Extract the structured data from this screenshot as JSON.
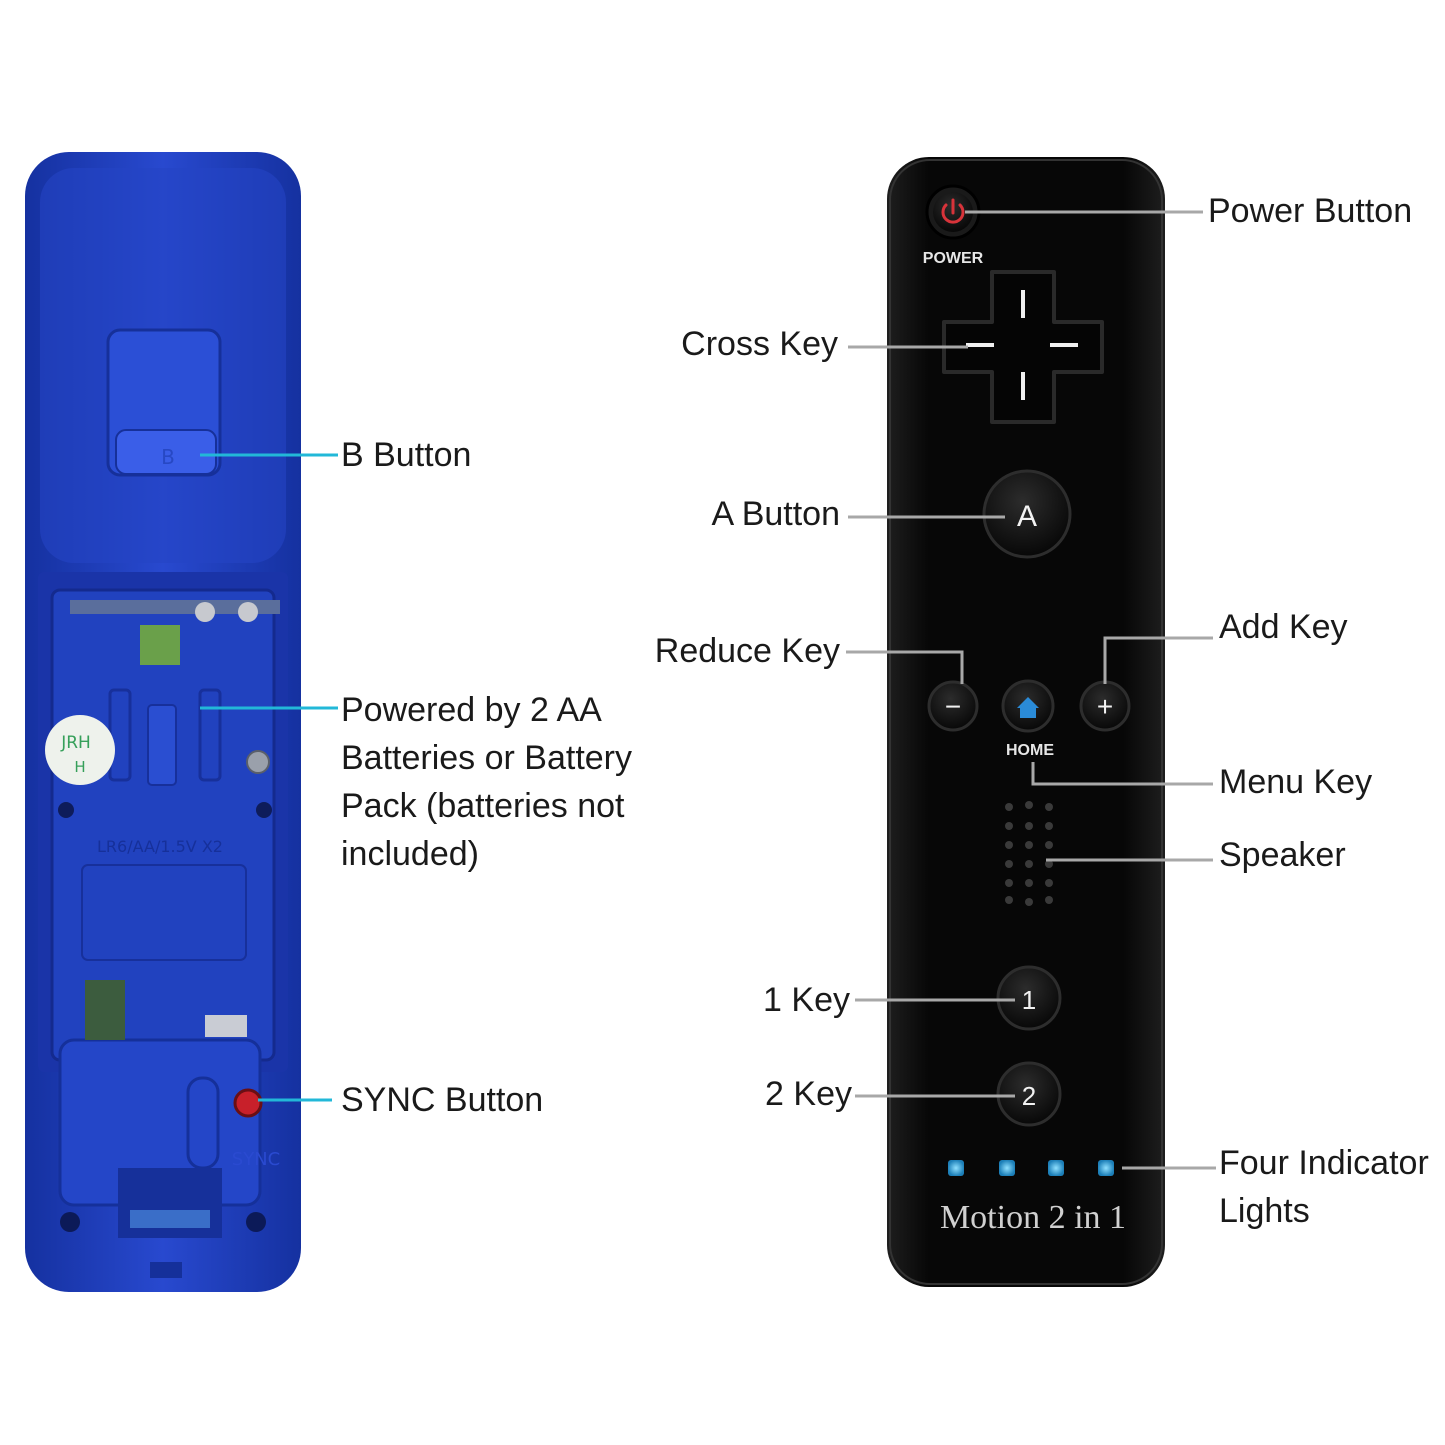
{
  "remote_back": {
    "body_color": "#1f3fb5",
    "battery_label": "LR6/AA/1.5V X2",
    "sticker_text_1": "JRH",
    "sticker_text_2": "H",
    "b_button_mark": "B",
    "sync_mark": "SYNC"
  },
  "remote_front": {
    "body_color": "#0d0d0d",
    "power_label": "POWER",
    "a_label": "A",
    "minus_label": "−",
    "plus_label": "+",
    "home_label": "HOME",
    "one_label": "1",
    "two_label": "2",
    "brand_text": "Motion 2 in 1",
    "indicator_color": "#35a6e0"
  },
  "callouts": {
    "b_button": "B Button",
    "batteries": "Powered by 2 AA Batteries or Battery Pack (batteries not included)",
    "sync_button": "SYNC Button",
    "power_button": "Power Button",
    "cross_key": "Cross Key",
    "a_button": "A Button",
    "reduce_key": "Reduce Key",
    "add_key": "Add Key",
    "menu_key": "Menu Key",
    "speaker": "Speaker",
    "one_key": "1 Key",
    "two_key": "2 Key",
    "indicator_lights": "Four Indicator Lights"
  },
  "line_colors": {
    "back": "#22b8d8",
    "front": "#a8a8a8"
  }
}
